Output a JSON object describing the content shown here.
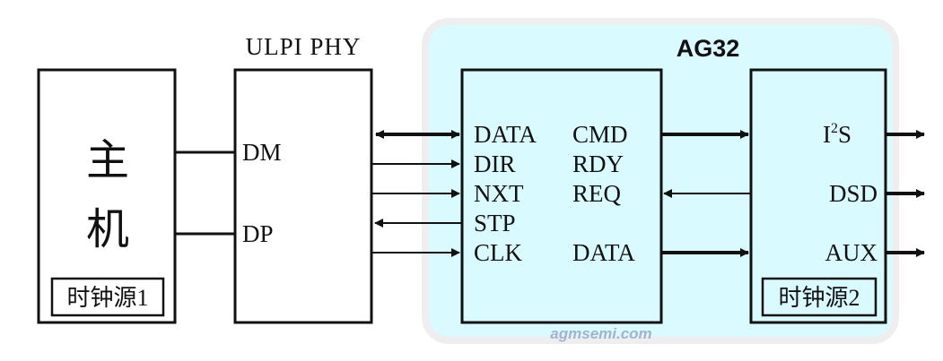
{
  "colors": {
    "line": "#111111",
    "panel_fill": "#d9fbff",
    "panel_border": "#eeeeee",
    "watermark": "#9aa6c8"
  },
  "host": {
    "char1": "主",
    "char2": "机",
    "clock_label": "时钟源1"
  },
  "phy": {
    "title": "ULPI PHY",
    "dm": "DM",
    "dp": "DP"
  },
  "ag32": {
    "title": "AG32",
    "left_pins": [
      "DATA",
      "DIR",
      "NXT",
      "STP",
      "CLK"
    ],
    "right_pins": [
      "CMD",
      "RDY",
      "REQ",
      "DATA"
    ]
  },
  "audio": {
    "i2s_main": "I",
    "i2s_sup": "2",
    "i2s_end": "S",
    "dsd": "DSD",
    "aux": "AUX",
    "clock_label": "时钟源2"
  },
  "watermark": "agmsemi.com"
}
